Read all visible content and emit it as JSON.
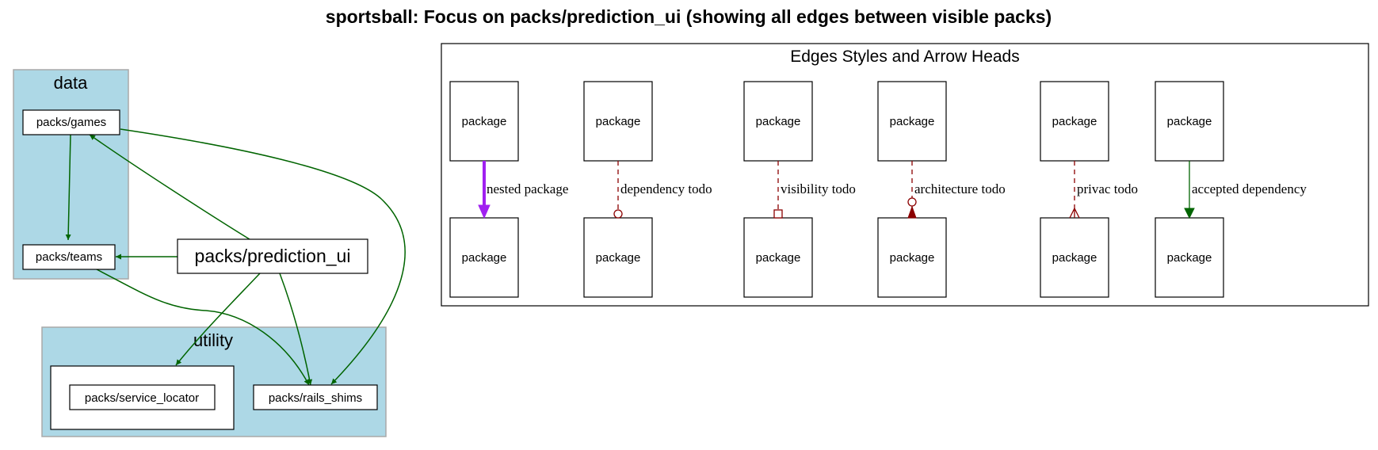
{
  "title": "sportsball: Focus on packs/prediction_ui (showing all edges between visible packs)",
  "clusters": {
    "data": {
      "label": "data",
      "fill": "#add8e6"
    },
    "utility": {
      "label": "utility",
      "fill": "#add8e6"
    }
  },
  "nodes": {
    "games": "packs/games",
    "teams": "packs/teams",
    "prediction_ui": "packs/prediction_ui",
    "service_locator": "packs/service_locator",
    "rails_shims": "packs/rails_shims"
  },
  "legend": {
    "title": "Edges Styles and Arrow Heads",
    "node_label": "package",
    "edges": [
      {
        "label": "nested package",
        "color": "#a020f0",
        "style": "bold",
        "head": "normal"
      },
      {
        "label": "dependency todo",
        "color": "#8b0000",
        "style": "dashed",
        "head": "odot"
      },
      {
        "label": "visibility todo",
        "color": "#8b0000",
        "style": "dashed",
        "head": "obox"
      },
      {
        "label": "architecture todo",
        "color": "#8b0000",
        "style": "dashed",
        "head": "odot-normal"
      },
      {
        "label": "privac todo",
        "color": "#8b0000",
        "style": "dashed",
        "head": "crow"
      },
      {
        "label": "accepted dependency",
        "color": "#006400",
        "style": "solid",
        "head": "normal"
      }
    ]
  },
  "colors": {
    "dependency": "#006400",
    "nested": "#a020f0",
    "todo": "#8b0000",
    "cluster_fill": "#add8e6",
    "cluster_border": "#a9a9a9"
  }
}
